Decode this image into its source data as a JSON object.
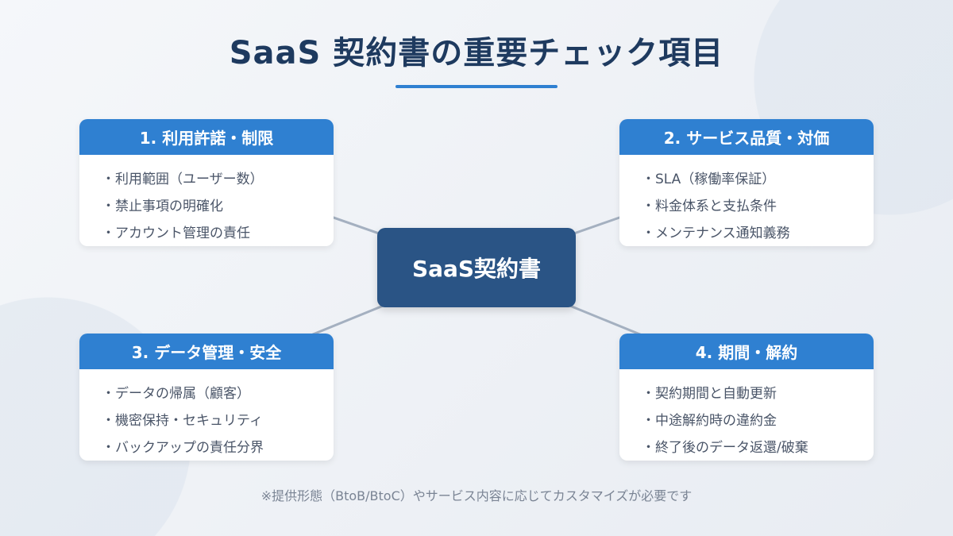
{
  "title": "SaaS 契約書の重要チェック項目",
  "center": "SaaS契約書",
  "cards": [
    {
      "heading": "1. 利用許諾・制限",
      "items": [
        "利用範囲（ユーザー数）",
        "禁止事項の明確化",
        "アカウント管理の責任"
      ]
    },
    {
      "heading": "2. サービス品質・対価",
      "items": [
        "SLA（稼働率保証）",
        "料金体系と支払条件",
        "メンテナンス通知義務"
      ]
    },
    {
      "heading": "3. データ管理・安全",
      "items": [
        "データの帰属（顧客）",
        "機密保持・セキュリティ",
        "バックアップの責任分界"
      ]
    },
    {
      "heading": "4. 期間・解約",
      "items": [
        "契約期間と自動更新",
        "中途解約時の違約金",
        "終了後のデータ返還/破棄"
      ]
    }
  ],
  "note": "※提供形態（BtoB/BtoC）やサービス内容に応じてカスタマイズが必要です",
  "colors": {
    "accent": "#2f80d1",
    "center": "#2a5485",
    "title": "#1e3a5f"
  }
}
